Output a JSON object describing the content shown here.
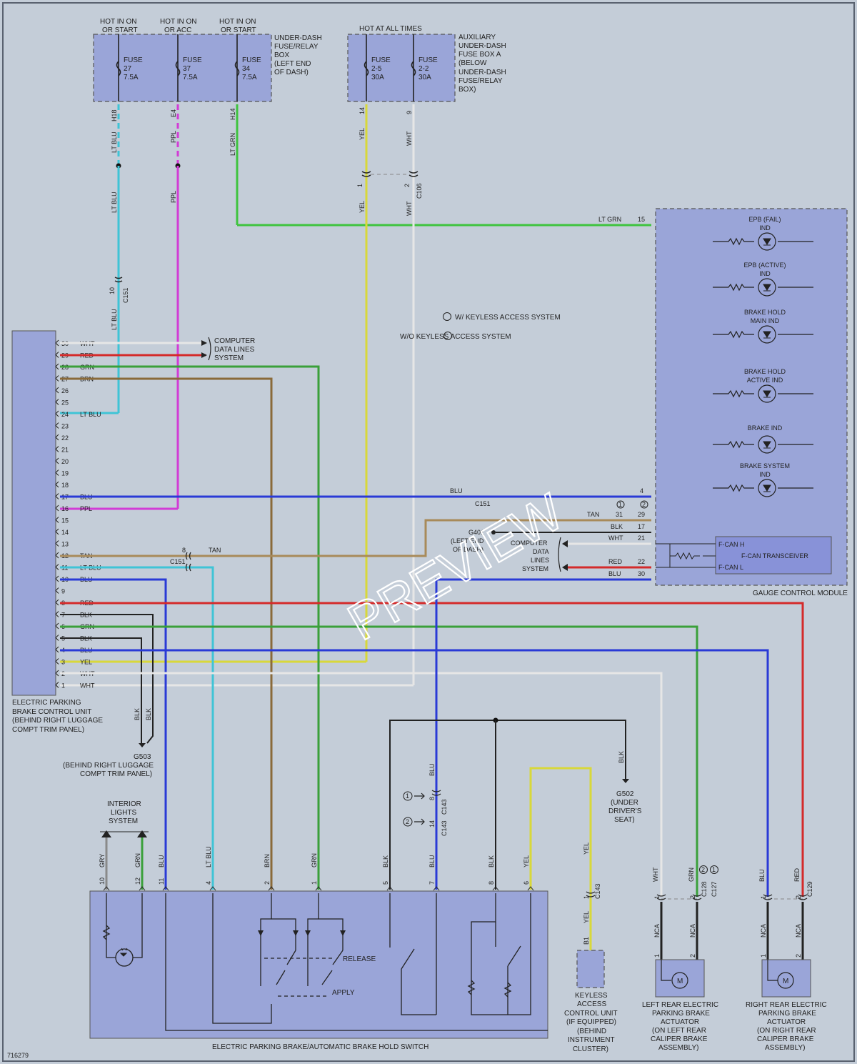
{
  "fuse_box_1": {
    "label": [
      "UNDER-DASH",
      "FUSE/RELAY",
      "BOX",
      "(LEFT END",
      "OF DASH)"
    ],
    "feeds": [
      "HOT IN ON",
      "OR START",
      "HOT IN ON",
      "OR ACC",
      "HOT IN ON",
      "OR START"
    ],
    "fuses": [
      {
        "name": "FUSE",
        "num": "27",
        "amp": "7.5A",
        "pin": "H18"
      },
      {
        "name": "FUSE",
        "num": "37",
        "amp": "7.5A",
        "pin": "E4"
      },
      {
        "name": "FUSE",
        "num": "34",
        "amp": "7.5A",
        "pin": "H14"
      }
    ]
  },
  "fuse_box_2": {
    "feed": "HOT AT ALL TIMES",
    "label": [
      "AUXILIARY",
      "UNDER-DASH",
      "FUSE BOX A",
      "(BELOW",
      "UNDER-DASH",
      "FUSE/RELAY",
      "BOX)"
    ],
    "fuses": [
      {
        "name": "FUSE",
        "num": "2-5",
        "amp": "30A",
        "pin": "14"
      },
      {
        "name": "FUSE",
        "num": "2-2",
        "amp": "30A",
        "pin": "9"
      }
    ]
  },
  "wires_top": {
    "ltblu": "LT BLU",
    "ppl": "PPL",
    "ltgrn": "LT GRN",
    "yel": "YEL",
    "wht": "WHT",
    "c106": "C106",
    "c151": "C151",
    "pin1": "1",
    "pin2": "2",
    "pin10": "10",
    "pin15": "15"
  },
  "epb_unit": {
    "label": [
      "ELECTRIC PARKING",
      "BRAKE CONTROL UNIT",
      "(BEHIND RIGHT LUGGAGE",
      "COMPT TRIM PANEL)"
    ],
    "pins": [
      {
        "n": "30",
        "c": "WHT"
      },
      {
        "n": "29",
        "c": "RED"
      },
      {
        "n": "28",
        "c": "GRN"
      },
      {
        "n": "27",
        "c": "BRN"
      },
      {
        "n": "26",
        "c": ""
      },
      {
        "n": "25",
        "c": ""
      },
      {
        "n": "24",
        "c": "LT BLU"
      },
      {
        "n": "23",
        "c": ""
      },
      {
        "n": "22",
        "c": ""
      },
      {
        "n": "21",
        "c": ""
      },
      {
        "n": "20",
        "c": ""
      },
      {
        "n": "19",
        "c": ""
      },
      {
        "n": "18",
        "c": ""
      },
      {
        "n": "17",
        "c": "BLU"
      },
      {
        "n": "16",
        "c": "PPL"
      },
      {
        "n": "15",
        "c": ""
      },
      {
        "n": "14",
        "c": ""
      },
      {
        "n": "13",
        "c": ""
      },
      {
        "n": "12",
        "c": "TAN"
      },
      {
        "n": "11",
        "c": "LT BLU"
      },
      {
        "n": "10",
        "c": "BLU"
      },
      {
        "n": "9",
        "c": ""
      },
      {
        "n": "8",
        "c": "RED"
      },
      {
        "n": "7",
        "c": "BLK"
      },
      {
        "n": "6",
        "c": "GRN"
      },
      {
        "n": "5",
        "c": "BLK"
      },
      {
        "n": "4",
        "c": "BLU"
      },
      {
        "n": "3",
        "c": "YEL"
      },
      {
        "n": "2",
        "c": "WHT"
      },
      {
        "n": "1",
        "c": "WHT"
      }
    ]
  },
  "computer_data_lines_1": [
    "COMPUTER",
    "DATA LINES",
    "SYSTEM"
  ],
  "legend": {
    "w_keyless": "W/ KEYLESS ACCESS SYSTEM",
    "wo_keyless": "W/O KEYLESS ACCESS SYSTEM"
  },
  "gauge_module": {
    "label": "GAUGE CONTROL MODULE",
    "indicators": [
      [
        "EPB (FAIL)",
        "IND"
      ],
      [
        "EPB (ACTIVE)",
        "IND"
      ],
      [
        "BRAKE HOLD",
        "MAIN IND"
      ],
      [
        "BRAKE HOLD",
        "ACTIVE IND"
      ],
      [
        "BRAKE IND"
      ],
      [
        "BRAKE SYSTEM",
        "IND"
      ]
    ],
    "transceiver": {
      "name": "F-CAN TRANSCEIVER",
      "h": "F-CAN H",
      "l": "F-CAN L"
    },
    "pins": {
      "p15": "15",
      "p4": "4",
      "p29": "29",
      "p31": "31",
      "p17": "17",
      "p21": "21",
      "p22": "22",
      "p30": "30"
    }
  },
  "mid_wires": {
    "blu": "BLU",
    "tan": "TAN",
    "blk": "BLK",
    "wht": "WHT",
    "red": "RED",
    "c151": "C151",
    "c151b": "C151",
    "pin8": "8",
    "g401": [
      "G401",
      "(LEFT END",
      "OF DASH)"
    ],
    "cdl2": [
      "COMPUTER",
      "DATA",
      "LINES",
      "SYSTEM"
    ],
    "circle1": "1",
    "circle2": "2"
  },
  "g503": {
    "label": [
      "G503",
      "(BEHIND RIGHT LUGGAGE",
      "COMPT TRIM PANEL)"
    ],
    "w1": "BLK",
    "w2": "BLK"
  },
  "g502": {
    "label": [
      "G502",
      "(UNDER",
      "DRIVER'S",
      "SEAT)"
    ],
    "w": "BLK"
  },
  "c143": {
    "label": "C143",
    "label2": "C143",
    "label3": "C143",
    "p8": "8",
    "p14": "14",
    "p1": "1",
    "wblu": "BLU",
    "wyel": "YEL",
    "wyel2": "YEL",
    "b1": "B1"
  },
  "interior": {
    "label": [
      "INTERIOR",
      "LIGHTS",
      "SYSTEM"
    ]
  },
  "switch": {
    "label": "ELECTRIC PARKING BRAKE/AUTOMATIC BRAKE HOLD SWITCH",
    "release": "RELEASE",
    "apply": "APPLY",
    "pins": [
      {
        "n": "10",
        "c": "GRY"
      },
      {
        "n": "12",
        "c": "GRN"
      },
      {
        "n": "11",
        "c": "BLU"
      },
      {
        "n": "4",
        "c": "LT BLU"
      },
      {
        "n": "2",
        "c": "BRN"
      },
      {
        "n": "1",
        "c": "GRN"
      },
      {
        "n": "5",
        "c": "BLK"
      },
      {
        "n": "7",
        "c": "BLU"
      },
      {
        "n": "8",
        "c": "BLK"
      },
      {
        "n": "6",
        "c": "YEL"
      }
    ]
  },
  "keyless": {
    "label": [
      "KEYLESS",
      "ACCESS",
      "CONTROL UNIT",
      "(IF EQUIPPED)",
      "(BEHIND",
      "INSTRUMENT",
      "CLUSTER)"
    ]
  },
  "left_act": {
    "label": [
      "LEFT REAR ELECTRIC",
      "PARKING BRAKE",
      "ACTUATOR",
      "(ON LEFT REAR",
      "CALIPER BRAKE",
      "ASSEMBLY)"
    ],
    "w1": "WHT",
    "w2": "GRN",
    "c1": "C128",
    "c2": "C127",
    "n1": "NCA",
    "n2": "NCA",
    "motor": "M",
    "p1": "1",
    "p2": "2"
  },
  "right_act": {
    "label": [
      "RIGHT REAR ELECTRIC",
      "PARKING BRAKE",
      "ACTUATOR",
      "(ON RIGHT REAR",
      "CALIPER BRAKE",
      "ASSEMBLY)"
    ],
    "w1": "BLU",
    "w2": "RED",
    "c1": "C129",
    "n1": "NCA",
    "n2": "NCA",
    "motor": "M",
    "p1": "1",
    "p2": "2"
  },
  "diagram_id": "716279",
  "watermark": "PREVIEW",
  "colors": {
    "ltblu": "#3fc4d6",
    "ppl": "#d23cd6",
    "ltgrn": "#3ec43e",
    "yel": "#d8d83a",
    "wht": "#e6e6e6",
    "red": "#d42a2a",
    "grn": "#3aa03a",
    "brn": "#8a6a3a",
    "blu": "#2a3ad6",
    "tan": "#a88a5a",
    "blk": "#222222",
    "gry": "#8a8a8a"
  }
}
